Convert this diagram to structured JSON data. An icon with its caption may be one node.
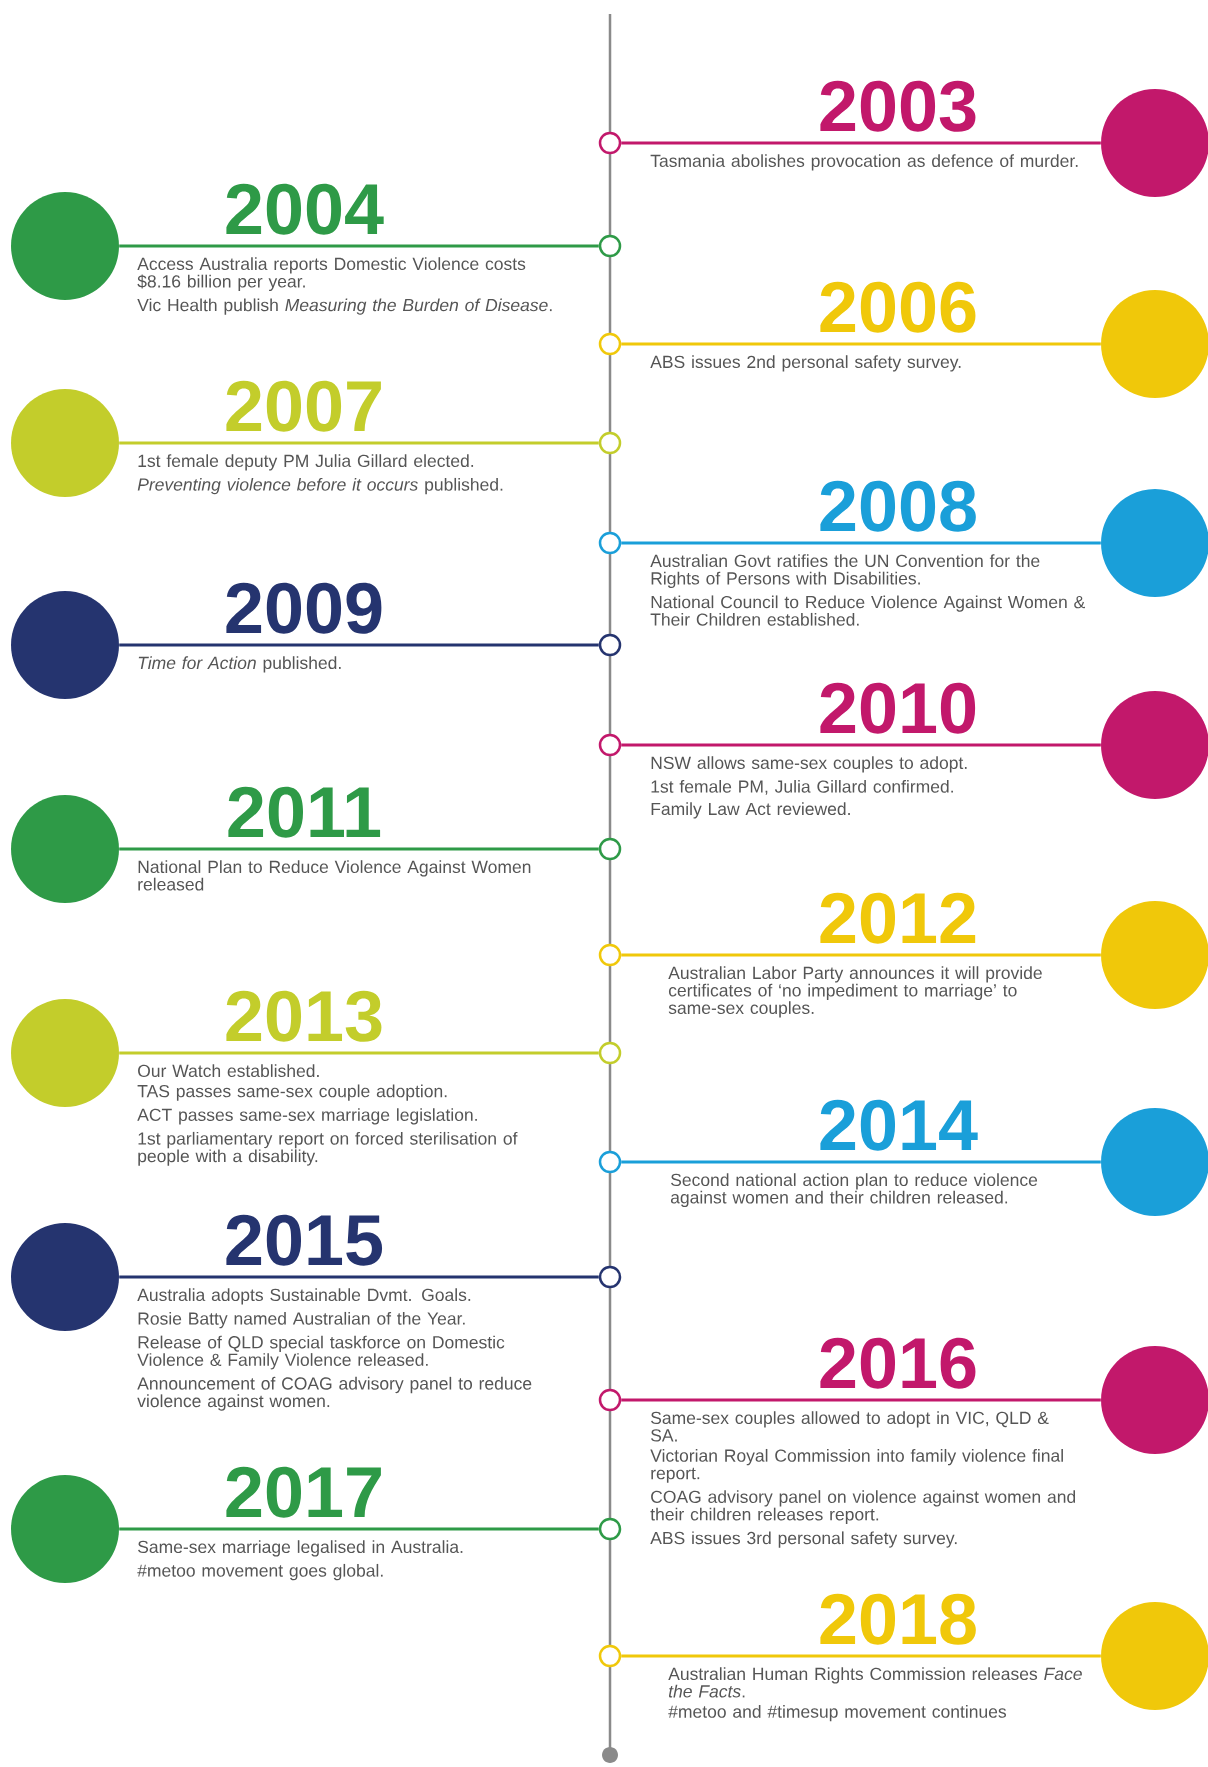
{
  "diagram": {
    "nodes": [
      {
        "text": [],
        "shape": "circle",
        "beside": [
          "2003",
          "Tasmania abolishes provocation as defence of murder."
        ]
      },
      {
        "text": [],
        "shape": "circle"
      },
      {
        "text": [],
        "shape": "circle",
        "beside": [
          "2004",
          "Access Australia reports Domestic Violence costs $8.16 billion per year.",
          "Vic Health publish *Measuring the Burden of Disease*."
        ]
      },
      {
        "text": [],
        "shape": "circle"
      },
      {
        "text": [],
        "shape": "circle",
        "beside": [
          "2006",
          "ABS issues 2nd personal safety survey."
        ]
      },
      {
        "text": [],
        "shape": "circle"
      },
      {
        "text": [],
        "shape": "circle",
        "beside": [
          "2007",
          "1st female deputy PM Julia Gillard elected.",
          "*Preventing violence before it occurs* published."
        ]
      },
      {
        "text": [],
        "shape": "circle"
      },
      {
        "text": [],
        "shape": "circle",
        "beside": [
          "2008",
          "Australian Govt ratifies the UN Convention for the Rights of Persons with Disabilities.",
          "National Council to Reduce Violence Against Women & Their Children established."
        ]
      },
      {
        "text": [],
        "shape": "circle"
      },
      {
        "text": [],
        "shape": "circle",
        "beside": [
          "2009",
          "*Time for Action* published."
        ]
      },
      {
        "text": [],
        "shape": "circle"
      },
      {
        "text": [],
        "shape": "circle",
        "beside": [
          "2010",
          "NSW allows same-sex couples to adopt.",
          "1st female PM, Julia Gillard confirmed.",
          "Family Law Act reviewed."
        ]
      },
      {
        "text": [],
        "shape": "circle"
      },
      {
        "text": [],
        "shape": "circle",
        "beside": [
          "2011",
          "National Plan to Reduce Violence Against Women released"
        ]
      },
      {
        "text": [],
        "shape": "circle"
      },
      {
        "text": [],
        "shape": "circle",
        "beside": [
          "2012",
          "Australian Labor Party announces it will provide certificates of ‘no impediment to marriage’ to same-sex couples."
        ]
      },
      {
        "text": [],
        "shape": "circle"
      },
      {
        "text": [],
        "shape": "circle",
        "beside": [
          "2013",
          "Our Watch established.",
          "TAS passes same-sex couple adoption.",
          "ACT passes same-sex marriage legislation.",
          "1st parliamentary report on forced sterilisation of people with a disability."
        ]
      },
      {
        "text": [],
        "shape": "circle"
      },
      {
        "text": [],
        "shape": "circle",
        "beside": [
          "2014",
          "Second national action plan to reduce violence against women and their children released."
        ]
      },
      {
        "text": [],
        "shape": "circle"
      },
      {
        "text": [],
        "shape": "circle",
        "beside": [
          "2015",
          "Australia adopts Sustainable Dvmt. Goals.",
          "Rosie Batty named Australian of the Year.",
          "Release of QLD special taskforce on Domestic Violence  & Family Violence released.",
          "Announcement of COAG advisory panel to reduce violence against women."
        ]
      },
      {
        "text": [],
        "shape": "circle"
      },
      {
        "text": [],
        "shape": "circle",
        "beside": [
          "2016",
          "Same-sex couples allowed to adopt in VIC, QLD & SA.",
          "Victorian Royal Commission into family violence final report.",
          "COAG advisory panel on violence against women and their children releases report.",
          "ABS issues 3rd personal safety survey."
        ]
      },
      {
        "text": [],
        "shape": "circle"
      },
      {
        "text": [],
        "shape": "circle",
        "beside": [
          "2017",
          "Same-sex marriage legalised in Australia.",
          "#metoo movement goes global."
        ]
      },
      {
        "text": [],
        "shape": "circle"
      },
      {
        "text": [],
        "shape": "circle",
        "beside": [
          "2018",
          "Australian Human Rights Commission releases *Face the Facts*.",
          "#metoo and #timesup movement continues"
        ]
      },
      {
        "text": [],
        "shape": "circle"
      }
    ],
    "edges": [
      {
        "from": 0,
        "to": 1,
        "arrow": "none",
        "color": "#c2186b"
      },
      {
        "from": 2,
        "to": 3,
        "arrow": "none",
        "color": "#2e9a47"
      },
      {
        "from": 4,
        "to": 5,
        "arrow": "none",
        "color": "#f0c80a"
      },
      {
        "from": 6,
        "to": 7,
        "arrow": "none",
        "color": "#c3cd2b"
      },
      {
        "from": 8,
        "to": 9,
        "arrow": "none",
        "color": "#1a9fd9"
      },
      {
        "from": 10,
        "to": 11,
        "arrow": "none",
        "color": "#25346f"
      },
      {
        "from": 12,
        "to": 13,
        "arrow": "none",
        "color": "#c2186b"
      },
      {
        "from": 14,
        "to": 15,
        "arrow": "none",
        "color": "#2e9a47"
      },
      {
        "from": 16,
        "to": 17,
        "arrow": "none",
        "color": "#f0c80a"
      },
      {
        "from": 18,
        "to": 19,
        "arrow": "none",
        "color": "#c3cd2b"
      },
      {
        "from": 20,
        "to": 21,
        "arrow": "none",
        "color": "#1a9fd9"
      },
      {
        "from": 22,
        "to": 23,
        "arrow": "none",
        "color": "#25346f"
      },
      {
        "from": 24,
        "to": 25,
        "arrow": "none",
        "color": "#c2186b"
      },
      {
        "from": 26,
        "to": 27,
        "arrow": "none",
        "color": "#2e9a47"
      },
      {
        "from": 28,
        "to": 29,
        "arrow": "none",
        "color": "#f0c80a"
      }
    ]
  }
}
